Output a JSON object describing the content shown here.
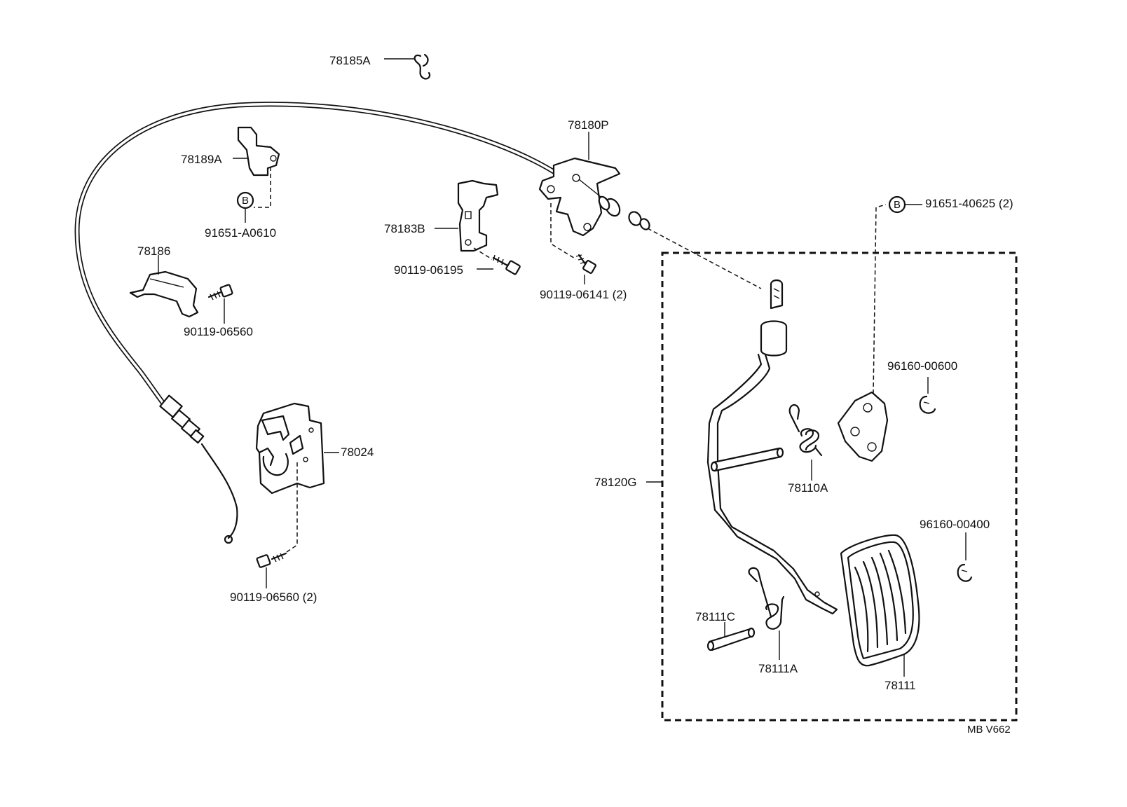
{
  "labels": {
    "p78185A": "78185A",
    "p78180P": "78180P",
    "p78189A": "78189A",
    "p91651A0610": "91651-A0610",
    "p78186": "78186",
    "p90119_06560": "90119-06560",
    "p78183B": "78183B",
    "p90119_06195": "90119-06195",
    "p90119_06141": "90119-06141 (2)",
    "p91651_40625": "91651-40625 (2)",
    "p96160_00600": "96160-00600",
    "p78120G": "78120G",
    "p78110A": "78110A",
    "p96160_00400": "96160-00400",
    "p78024": "78024",
    "p90119_06560_2": "90119-06560 (2)",
    "p78111C": "78111C",
    "p78111A": "78111A",
    "p78111": "78111",
    "code": "MB V662",
    "bolt_marker": "B"
  }
}
